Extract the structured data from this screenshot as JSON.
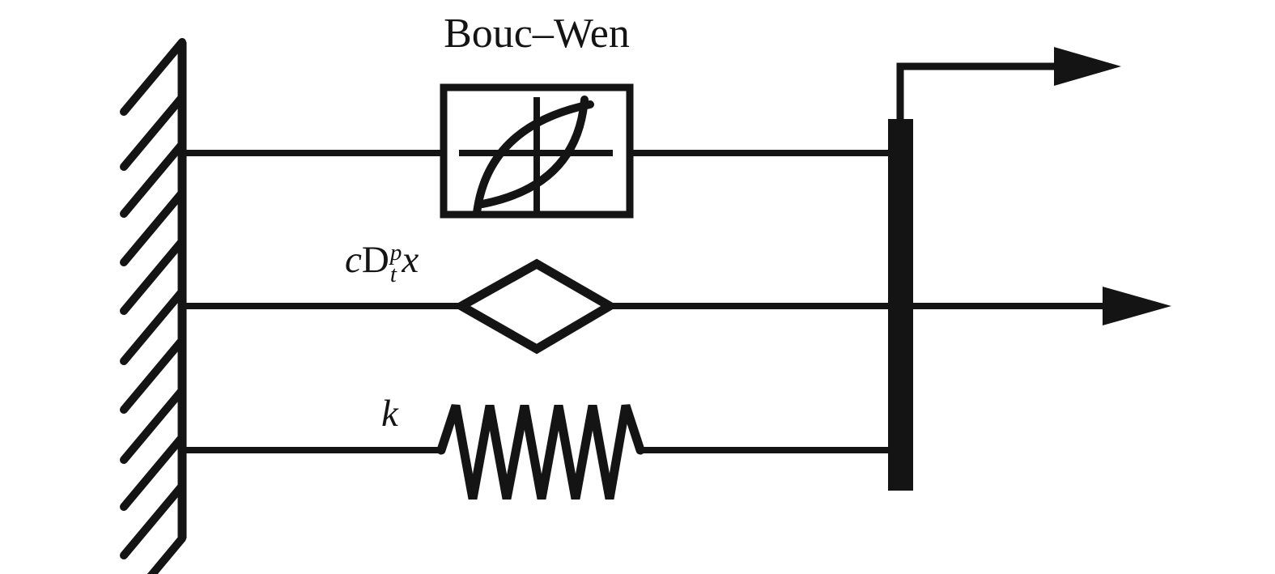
{
  "colors": {
    "ink": "#141414",
    "bg": "#ffffff"
  },
  "labels": {
    "title": "Bouc–Wen",
    "damper": {
      "coef": "c",
      "operator": "D",
      "sup": "p",
      "sub": "t",
      "arg": "x"
    },
    "spring": "k"
  }
}
